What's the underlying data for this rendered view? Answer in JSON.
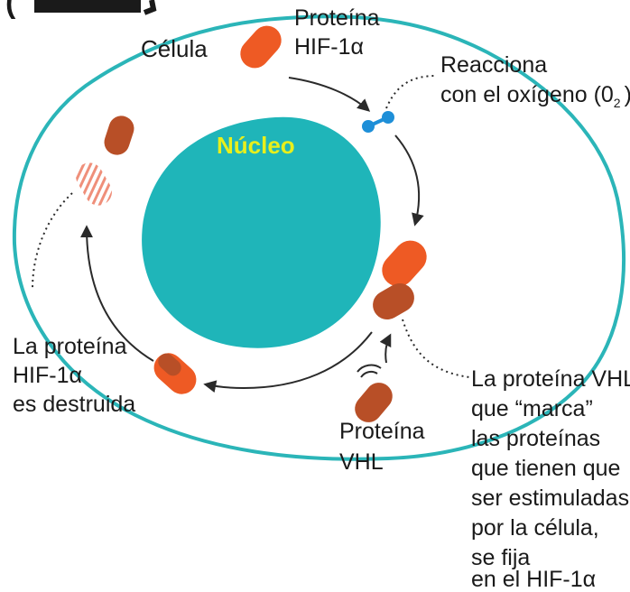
{
  "header_partial": "(",
  "labels": {
    "cell": "Célula",
    "nucleus": "Núcleo",
    "protein_hif": [
      "Proteína",
      "HIF-1α"
    ],
    "reacts": [
      "Reacciona",
      "con el oxígeno (0",
      "2",
      ")"
    ],
    "destroyed": [
      "La proteína",
      "HIF-1α",
      "es destruida"
    ],
    "protein_vhl": [
      "Proteína",
      "VHL"
    ],
    "vhl_note": [
      "La proteína VHL",
      "que “marca”",
      "las proteínas",
      "que tienen que",
      "ser estimuladas",
      "por la célula,",
      "se fija",
      "en el HIF-1α"
    ]
  },
  "colors": {
    "cell_outline": "#2bb5b8",
    "nucleus": "#1fb5b9",
    "nucleus_text": "#e8ef1c",
    "hif_protein": "#ee5a24",
    "vhl_protein": "#b84f27",
    "oxygen": "#1e8fd8",
    "destroyed_stripes": "#ef8f7a",
    "arrow": "#2a2a2a",
    "text": "#1a1a1a"
  }
}
